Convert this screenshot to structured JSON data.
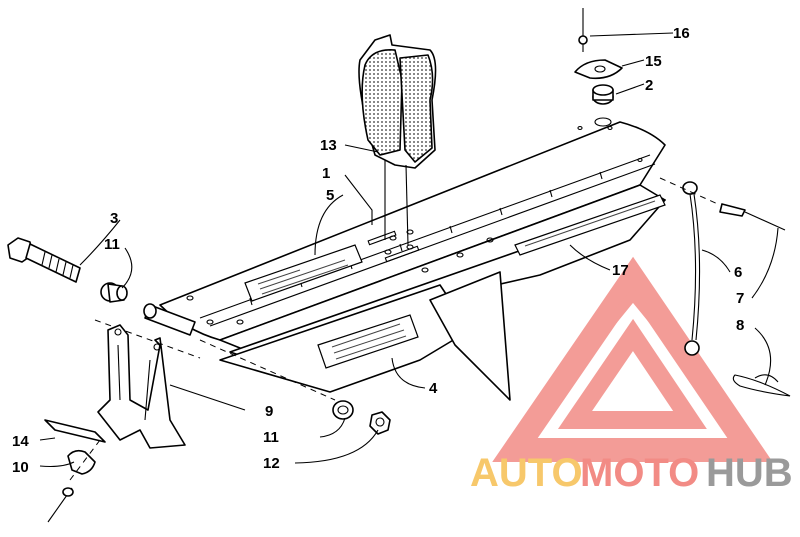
{
  "callouts": {
    "c1": "1",
    "c2": "2",
    "c3": "3",
    "c4": "4",
    "c5": "5",
    "c6": "6",
    "c7": "7",
    "c8": "8",
    "c9": "9",
    "c10": "10",
    "c11a": "11",
    "c11b": "11",
    "c12": "12",
    "c13": "13",
    "c14": "14",
    "c15": "15",
    "c16": "16",
    "c17": "17"
  },
  "watermark": {
    "part1": "AUTO",
    "part2": "MOTO",
    "part3": "HUB",
    "colors": {
      "auto": "#f7c86b",
      "moto": "#f28b85",
      "hub": "#9a9a9a"
    }
  }
}
